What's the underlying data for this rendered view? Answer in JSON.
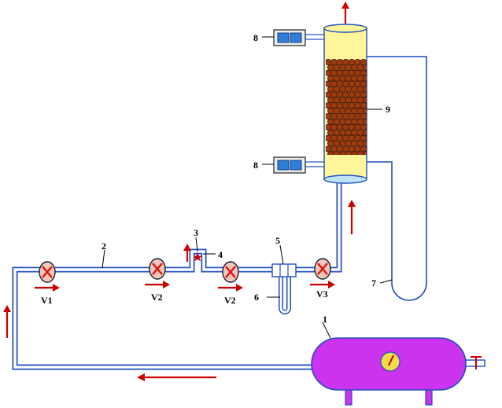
{
  "labels": {
    "tank": "1",
    "pipe": "2",
    "vent": "3",
    "valve_small": "4",
    "junction": "5",
    "u_manometer": "6",
    "loop_pipe": "7",
    "sensor_top": "8",
    "sensor_bottom": "8",
    "column": "9",
    "v1": "V1",
    "v2a": "V2",
    "v2b": "V2",
    "v3": "V3"
  },
  "colors": {
    "pipe": "#1f4fbf",
    "tank": "#cc33ee",
    "column": "#fff59a",
    "packing": "#9c3a10",
    "valve": "#f4c8b8",
    "arrow": "#cc0000"
  }
}
